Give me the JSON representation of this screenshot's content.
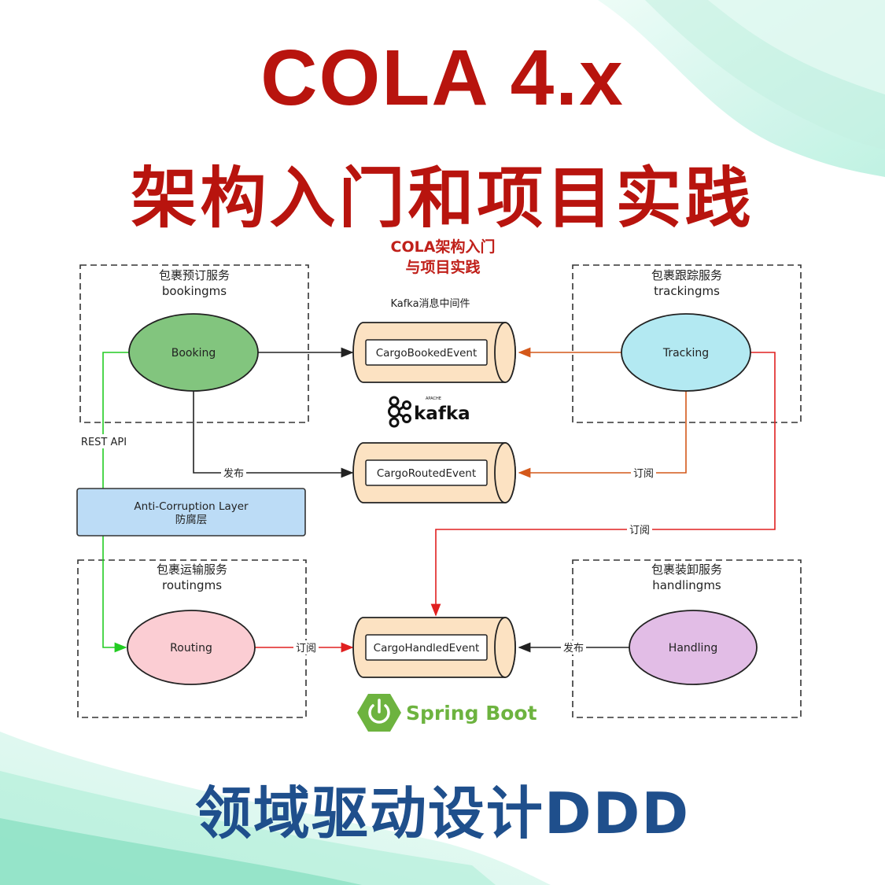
{
  "title": {
    "line1": "COLA 4.x",
    "line2": "架构入门和项目实践"
  },
  "subtitle": {
    "line1": "COLA架构入门",
    "line2": "与项目实践"
  },
  "kafka_label": "Kafka消息中间件",
  "kafka_logo": {
    "small": "APACHE",
    "name": "kafka",
    "icon": "kafka-logo-icon"
  },
  "spring_logo": {
    "name": "Spring Boot",
    "icon": "power-icon"
  },
  "services": {
    "booking": {
      "title_cn": "包裹预订服务",
      "title_en": "bookingms",
      "node": "Booking"
    },
    "tracking": {
      "title_cn": "包裹跟踪服务",
      "title_en": "trackingms",
      "node": "Tracking"
    },
    "routing": {
      "title_cn": "包裹运输服务",
      "title_en": "routingms",
      "node": "Routing"
    },
    "handling": {
      "title_cn": "包裹装卸服务",
      "title_en": "handlingms",
      "node": "Handling"
    }
  },
  "events": {
    "booked": "CargoBookedEvent",
    "routed": "CargoRoutedEvent",
    "handled": "CargoHandledEvent"
  },
  "acl": {
    "line1": "Anti-Corruption Layer",
    "line2": "防腐层"
  },
  "edges": {
    "rest_api": "REST API",
    "publish": "发布",
    "subscribe": "订阅"
  },
  "bottom_title": "领域驱动设计DDD",
  "colors": {
    "title_red": "#b8140e",
    "bottom_blue": "#1f4f8c",
    "booking_fill": "#82c57e",
    "tracking_fill": "#b3e9f2",
    "routing_fill": "#fbcdd3",
    "handling_fill": "#e2bde6",
    "event_fill": "#fce2c2",
    "acl_fill": "#bcdcf6",
    "edge_black": "#222222",
    "edge_orange": "#d4581a",
    "edge_red": "#e02020",
    "edge_green": "#22cc22",
    "spring_green": "#6db33f"
  }
}
